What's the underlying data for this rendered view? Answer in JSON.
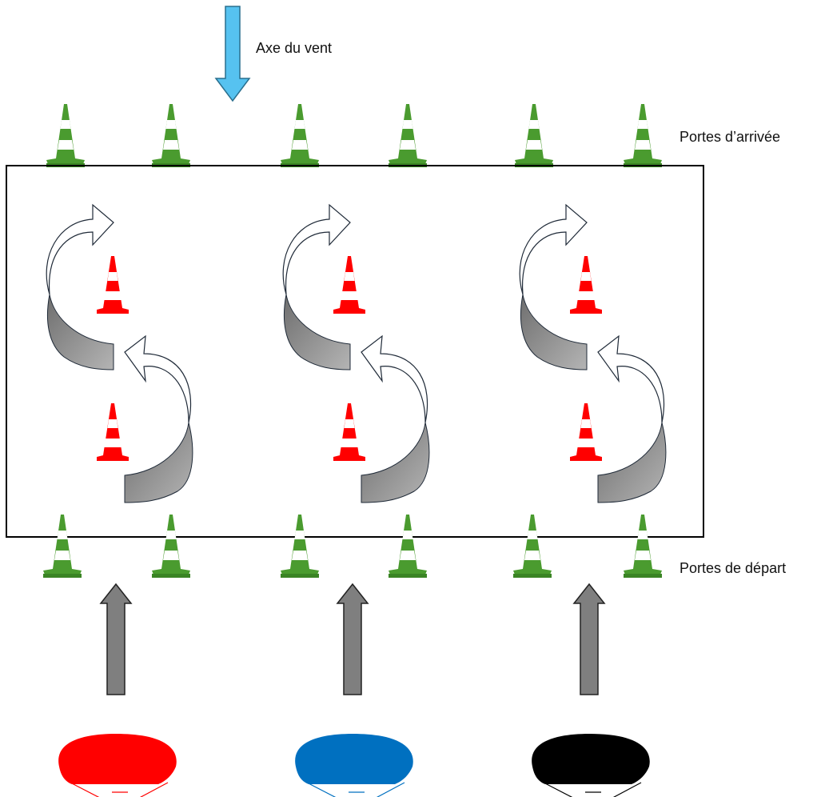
{
  "labels": {
    "wind_axis": "Axe du vent",
    "finish_gates": "Portes d’arrivée",
    "start_gates": "Portes de départ"
  },
  "lanes": [
    {
      "wing_color": "#ff0000"
    },
    {
      "wing_color": "#0070c0"
    },
    {
      "wing_color": "#000000"
    }
  ],
  "colors": {
    "wind_arrow": "#56c2f0",
    "gate_cone": "#4a9b2f",
    "slalom_cone": "#ff0000",
    "launch_arrow": "#7f7f7f",
    "turn_arrow_shade": "#8c8c8c",
    "field_border": "#000000"
  },
  "icons": {
    "gate": "green-cone-icon",
    "slalom": "red-cone-icon",
    "wing": "paraglider-icon",
    "wind": "wind-arrow-icon"
  }
}
